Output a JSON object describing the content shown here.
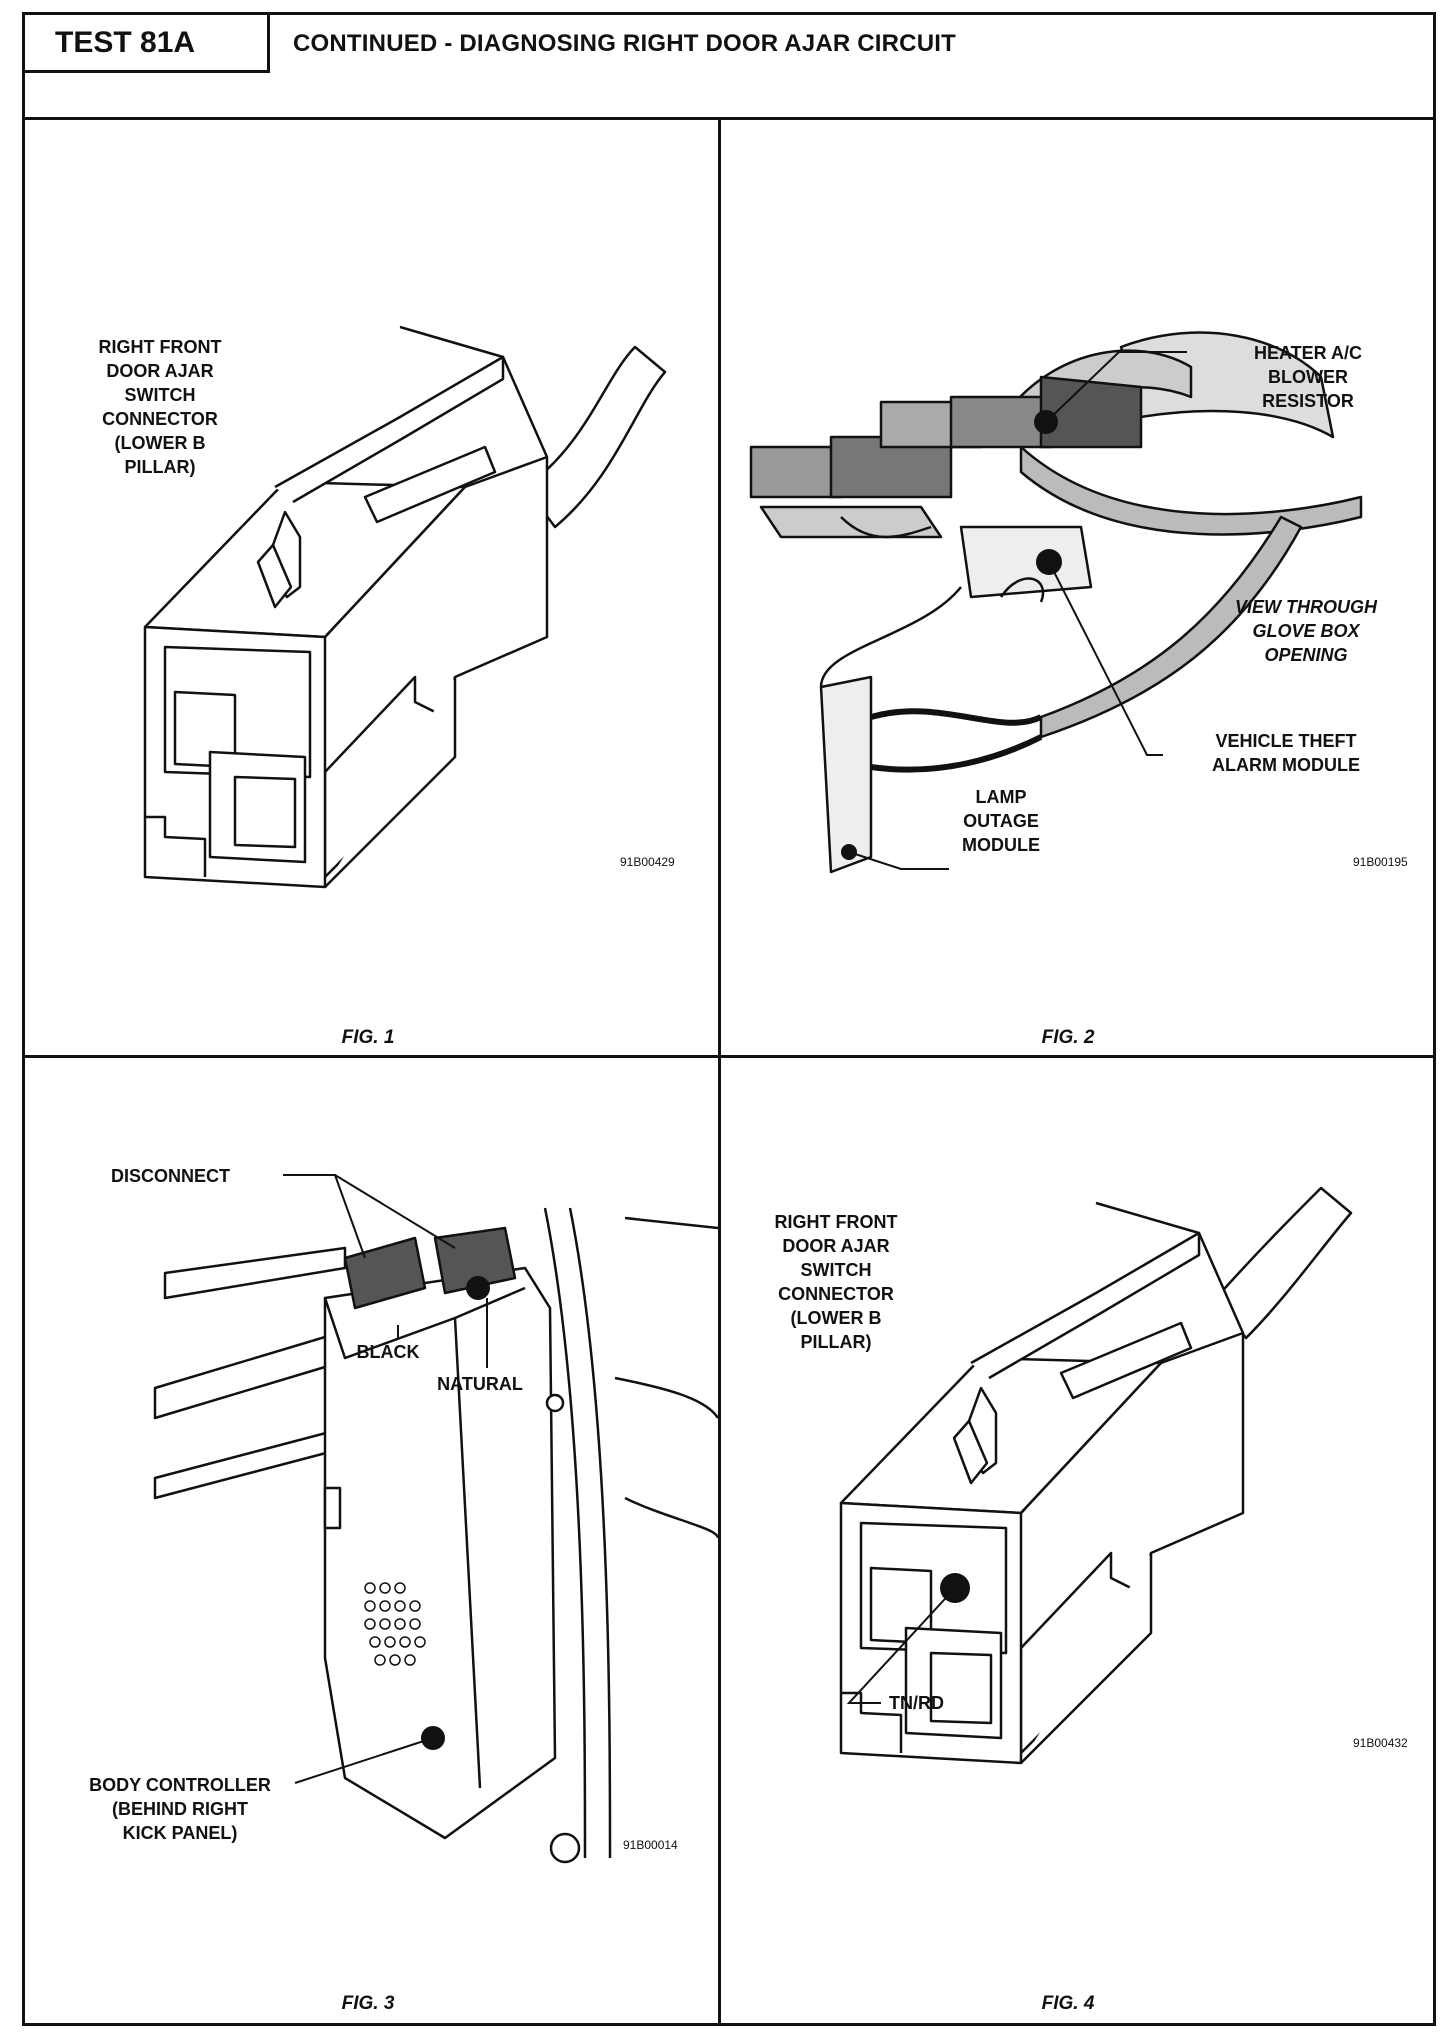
{
  "header": {
    "test_id": "TEST 81A",
    "title": "CONTINUED - DIAGNOSING RIGHT DOOR AJAR CIRCUIT"
  },
  "fig1": {
    "caption": "FIG. 1",
    "code": "91B00429",
    "label": "RIGHT FRONT\nDOOR AJAR\nSWITCH\nCONNECTOR\n(LOWER B\nPILLAR)"
  },
  "fig2": {
    "caption": "FIG. 2",
    "code": "91B00195",
    "labels": {
      "heater": "HEATER A/C\nBLOWER\nRESISTOR",
      "view": "VIEW THROUGH\nGLOVE BOX\nOPENING",
      "theft": "VEHICLE THEFT\nALARM MODULE",
      "lamp": "LAMP\nOUTAGE\nMODULE"
    }
  },
  "fig3": {
    "caption": "FIG. 3",
    "code": "91B00014",
    "labels": {
      "disconnect": "DISCONNECT",
      "black": "BLACK",
      "natural": "NATURAL",
      "body": "BODY CONTROLLER\n(BEHIND RIGHT\nKICK PANEL)"
    }
  },
  "fig4": {
    "caption": "FIG. 4",
    "code": "91B00432",
    "label": "RIGHT FRONT\nDOOR AJAR\nSWITCH\nCONNECTOR\n(LOWER B\nPILLAR)",
    "wire": "TN/RD"
  }
}
